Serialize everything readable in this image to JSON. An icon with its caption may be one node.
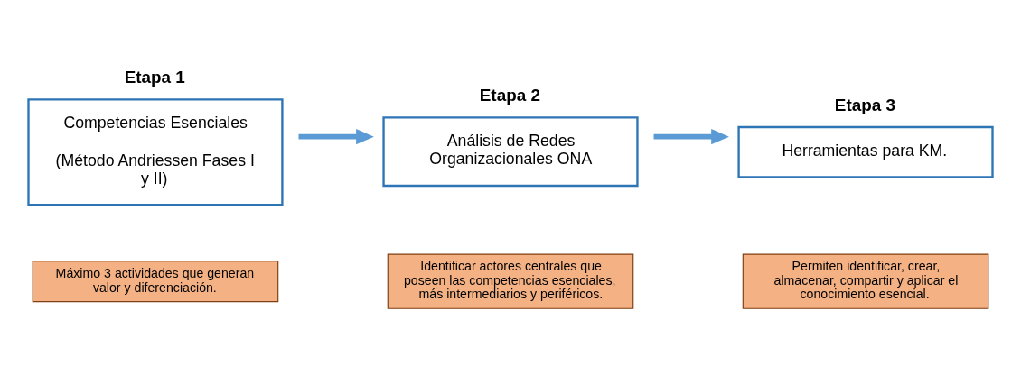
{
  "diagram": {
    "nodes": [
      {
        "text": [
          "Etapa 1",
          "Competencias Esenciales",
          "(Método Andriessen Fases I y II)"
        ]
      },
      {
        "text": [
          "Máximo 3 actividades que generan valor y diferenciación."
        ]
      },
      {
        "text": [
          "Etapa 2",
          "Análisis de Redes Organizacionales ONA"
        ]
      },
      {
        "text": [
          "Identificar actores centrales que poseen las competencias esenciales, más intermediarios y periféricos."
        ]
      },
      {
        "text": [
          "Etapa 3",
          "Herramientas para KM."
        ]
      },
      {
        "text": [
          "Permiten identificar, crear, almacenar, compartir y aplicar el conocimiento esencial."
        ]
      }
    ],
    "edges": [
      {
        "from": 0,
        "to": 2,
        "arrow": "to"
      },
      {
        "from": 2,
        "to": 4,
        "arrow": "to"
      }
    ]
  }
}
